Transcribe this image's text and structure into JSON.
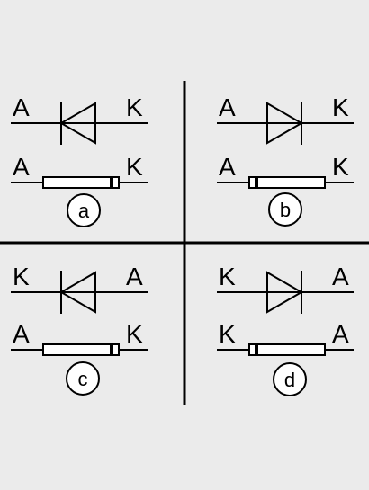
{
  "colors": {
    "background": "#ebebeb",
    "ink": "#000000",
    "body_fill": "#ffffff"
  },
  "quadrants": [
    {
      "id": "a",
      "label": "a",
      "symbol": {
        "left": "A",
        "right": "K",
        "triangle_points": "left"
      },
      "package": {
        "left": "A",
        "right": "K",
        "band_end": "right"
      }
    },
    {
      "id": "b",
      "label": "b",
      "symbol": {
        "left": "A",
        "right": "K",
        "triangle_points": "right"
      },
      "package": {
        "left": "A",
        "right": "K",
        "band_end": "left"
      }
    },
    {
      "id": "c",
      "label": "c",
      "symbol": {
        "left": "K",
        "right": "A",
        "triangle_points": "left"
      },
      "package": {
        "left": "A",
        "right": "K",
        "band_end": "right"
      }
    },
    {
      "id": "d",
      "label": "d",
      "symbol": {
        "left": "K",
        "right": "A",
        "triangle_points": "right"
      },
      "package": {
        "left": "K",
        "right": "A",
        "band_end": "left"
      }
    }
  ]
}
